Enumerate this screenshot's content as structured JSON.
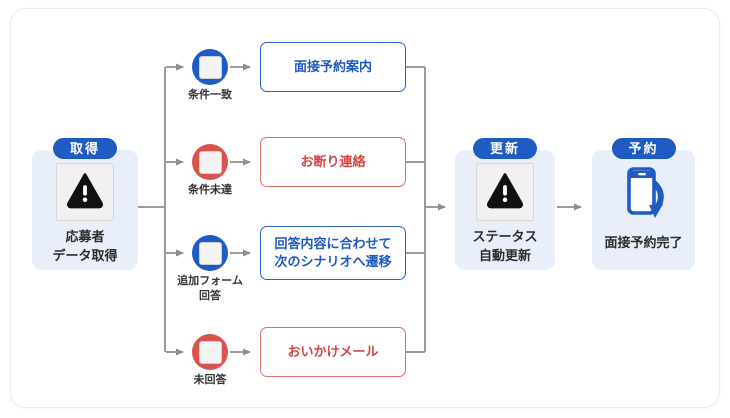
{
  "diagram": {
    "stages": {
      "acquire": {
        "badge": "取得",
        "label": "応募者\nデータ取得",
        "icon": "warning-icon"
      },
      "update": {
        "badge": "更新",
        "label": "ステータス\n自動更新",
        "icon": "warning-icon"
      },
      "reserve": {
        "badge": "予約",
        "label": "面接予約完了",
        "icon": "smartphone-icon"
      }
    },
    "branches": [
      {
        "condition": "条件一致",
        "outcome": "面接予約案内",
        "tone": "blue"
      },
      {
        "condition": "条件未達",
        "outcome": "お断り連絡",
        "tone": "red"
      },
      {
        "condition": "追加フォーム\n回答",
        "outcome": "回答内容に合わせて\n次のシナリオへ遷移",
        "tone": "blue"
      },
      {
        "condition": "未回答",
        "outcome": "おいかけメール",
        "tone": "red"
      }
    ],
    "colors": {
      "blue": "#1f5bc4",
      "red": "#d8534e",
      "red_text": "#d64541",
      "line": "#8e8e8e",
      "stage_bg": "#e8eefa"
    }
  }
}
